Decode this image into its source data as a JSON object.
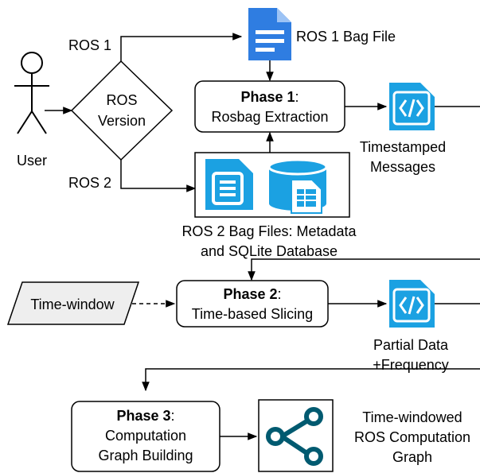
{
  "actors": {
    "user": "User"
  },
  "decision": {
    "line1": "ROS",
    "line2": "Version",
    "branch_ros1": "ROS 1",
    "branch_ros2": "ROS 2"
  },
  "files": {
    "ros1_bag": "ROS 1 Bag File",
    "ros2_bag_line1": "ROS 2 Bag Files: Metadata",
    "ros2_bag_line2": "and SQLite Database"
  },
  "inputs": {
    "time_window": "Time-window"
  },
  "phases": [
    {
      "bold": "Phase 1",
      "suffix": ":",
      "desc": "Rosbag Extraction"
    },
    {
      "bold": "Phase 2",
      "suffix": ":",
      "desc": "Time-based Slicing"
    },
    {
      "bold": "Phase 3",
      "suffix": ":",
      "desc1": "Computation",
      "desc2": "Graph Building"
    }
  ],
  "outputs": {
    "timestamped_line1": "Timestamped",
    "timestamped_line2": "Messages",
    "partial_line1": "Partial Data",
    "partial_line2": "+Frequency",
    "graph_line1": "Time-windowed",
    "graph_line2": "ROS Computation",
    "graph_line3": "Graph"
  },
  "colors": {
    "icon_blue": "#1ba1e2",
    "doc_blue": "#2f7de1",
    "input_fill": "#eeeeee"
  }
}
